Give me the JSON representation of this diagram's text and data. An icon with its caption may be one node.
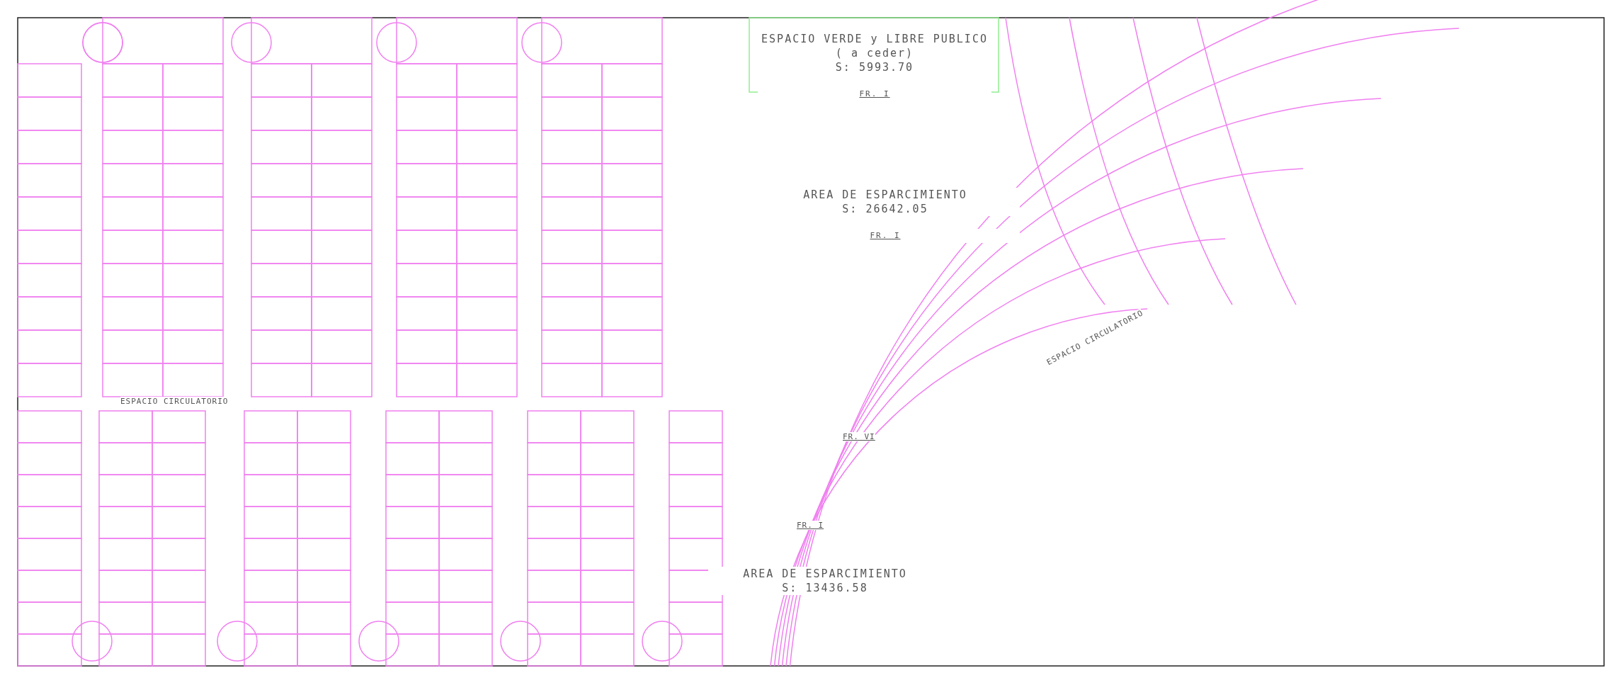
{
  "diagram": {
    "nodes": [
      {
        "text": [
          "ESPACIO VERDE y LIBRE PUBLICO ( a ceder)",
          "S: 5993.70",
          "FR. I"
        ]
      },
      {
        "text": [
          "AREA DE ESPARCIMIENTO",
          "S: 26642.05",
          "FR. I"
        ]
      },
      {
        "text": [
          "AREA DE ESPARCIMIENTO",
          "S: 13436.58"
        ]
      }
    ],
    "edges": [],
    "labels": [
      "ESPACIO CIRCULATORIO",
      "ESPACIO CIRCULATORIO",
      "FR. VI",
      "FR. I"
    ]
  }
}
